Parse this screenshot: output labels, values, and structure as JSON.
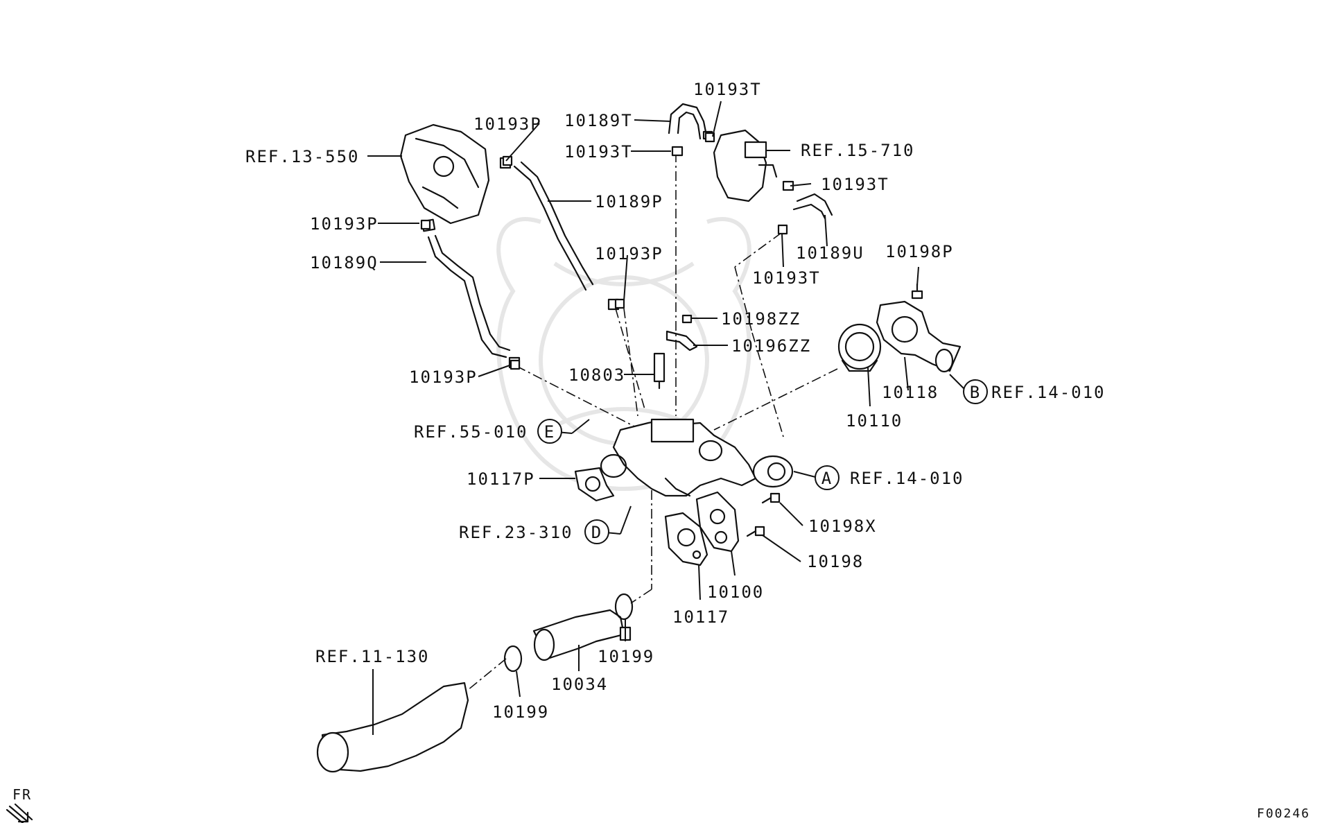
{
  "diagram_id": "F00246",
  "direction_marker": "FR",
  "callouts": {
    "A": "A",
    "B": "B",
    "D": "D",
    "E": "E"
  },
  "labels": {
    "ref_13_550": "REF.13-550",
    "p_10193P_top": "10193P",
    "p_10193P_left": "10193P",
    "p_10189Q": "10189Q",
    "p_10189P": "10189P",
    "p_10193P_mid": "10193P",
    "p_10193P_low": "10193P",
    "p_10189T": "10189T",
    "p_10193T_top": "10193T",
    "p_10193T_left": "10193T",
    "ref_15_710": "REF.15-710",
    "p_10193T_right": "10193T",
    "p_10189U": "10189U",
    "p_10193T_low": "10193T",
    "p_10198P": "10198P",
    "p_10198ZZ": "10198ZZ",
    "p_10196ZZ": "10196ZZ",
    "p_10803": "10803",
    "p_10118": "10118",
    "ref_14_010_b": "REF.14-010",
    "p_10110": "10110",
    "ref_55_010": "REF.55-010",
    "ref_14_010_a": "REF.14-010",
    "p_10117P": "10117P",
    "p_10198X": "10198X",
    "ref_23_310": "REF.23-310",
    "p_10198": "10198",
    "p_10100": "10100",
    "p_10117": "10117",
    "p_10199_right": "10199",
    "ref_11_130": "REF.11-130",
    "p_10034": "10034",
    "p_10199_left": "10199"
  }
}
